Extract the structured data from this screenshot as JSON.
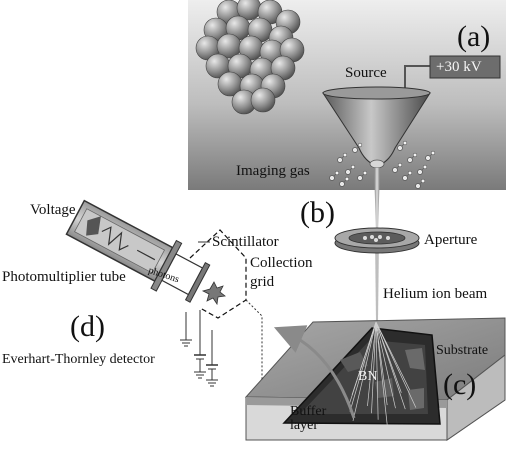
{
  "panels": {
    "a": "(a)",
    "b": "(b)",
    "c": "(c)",
    "d": "(d)"
  },
  "labels": {
    "source": "Source",
    "voltage_readout": "+30 kV",
    "imaging_gas": "Imaging gas",
    "aperture": "Aperture",
    "helium_ion_beam": "Helium ion beam",
    "substrate": "Substrate",
    "bn": "BN",
    "buffer_layer_line1": "Buffer",
    "buffer_layer_line2": "layer",
    "voltage": "Voltage",
    "scintillator": "Scintillator",
    "collection_grid_line1": "Collection",
    "collection_grid_line2": "grid",
    "photomultiplier_tube": "Photomultiplier tube",
    "photons": "photons",
    "everhart_thornley_detector": "Everhart-Thornley detector"
  },
  "colors": {
    "gas_panel_light": "#ececec",
    "gas_panel_dark": "#7a7a7a",
    "tip": "#8a8a8a",
    "substrate_top": "#8c8c8c",
    "substrate_side": "#cfcfcf",
    "bn_flake": "#2c2c2c",
    "voltage_box": "#6d6d6d"
  }
}
